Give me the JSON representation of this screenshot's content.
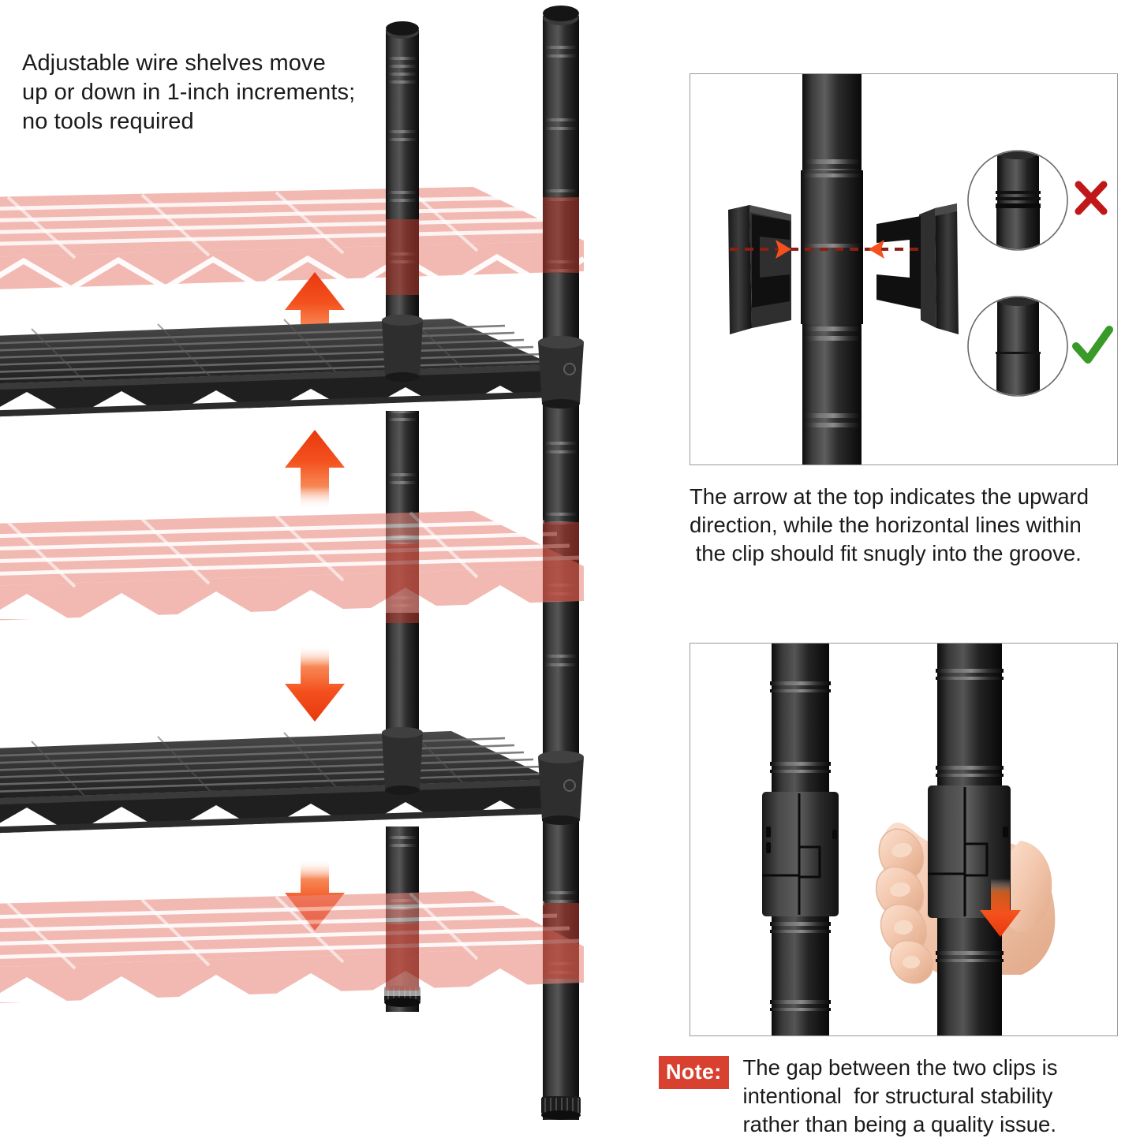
{
  "headline": {
    "lines": [
      "Adjustable wire shelves move",
      "up or down in 1-inch increments;",
      "no tools required"
    ]
  },
  "left_illustration": {
    "name": "adjustable-wire-shelf-diagram",
    "description": "Wire shelving unit with two solid black shelves at current positions and three semi-transparent red ghost shelves showing alternate mounting heights, with orange arrows indicating up and down movement",
    "pole_count": 2,
    "solid_shelf_count": 2,
    "ghost_shelf_count": 3,
    "arrows": [
      {
        "direction": "up",
        "color": "#F4511E"
      },
      {
        "direction": "up",
        "color": "#F4511E"
      },
      {
        "direction": "down",
        "color": "#F4511E"
      },
      {
        "direction": "down",
        "color": "#F4511E"
      }
    ],
    "colors": {
      "pole": "#232323",
      "shelf": "#2a2a2a",
      "ghost_shelf": "#e8877c",
      "arrow": "#F4511E",
      "arrow_tip": "#E8380D"
    }
  },
  "panel_top": {
    "name": "clip-alignment-photo",
    "description": "Black pole with grooved ring section, two clip halves approaching from left and right, dashed red alignment guide with orange arrowheads, plus two circular inset close-ups",
    "alignment_line_color": "#8a1f12",
    "arrowhead_color": "#F4511E",
    "insets": [
      {
        "mark": "✘",
        "mark_color": "#C01818",
        "verdict": "incorrect",
        "name": "inset-incorrect"
      },
      {
        "mark": "✔",
        "mark_color": "#3A9A28",
        "verdict": "correct",
        "name": "inset-correct"
      }
    ]
  },
  "caption_top": {
    "lines": [
      "The arrow at the top indicates the upward",
      "direction, while the horizontal lines within",
      " the clip should fit snugly into the groove."
    ]
  },
  "panel_bottom": {
    "name": "clip-gap-photo",
    "description": "Two black poles with assembled two-piece clip collars; a hand grips the right pole sliding the sleeve downward with an orange arrow",
    "arrow_color": "#F4511E",
    "hand_present": true
  },
  "note": {
    "badge": "Note:",
    "badge_color": "#D8402F",
    "lines": [
      "The gap between the two clips is",
      "intentional  for structural stability",
      "rather than being a quality issue."
    ]
  }
}
